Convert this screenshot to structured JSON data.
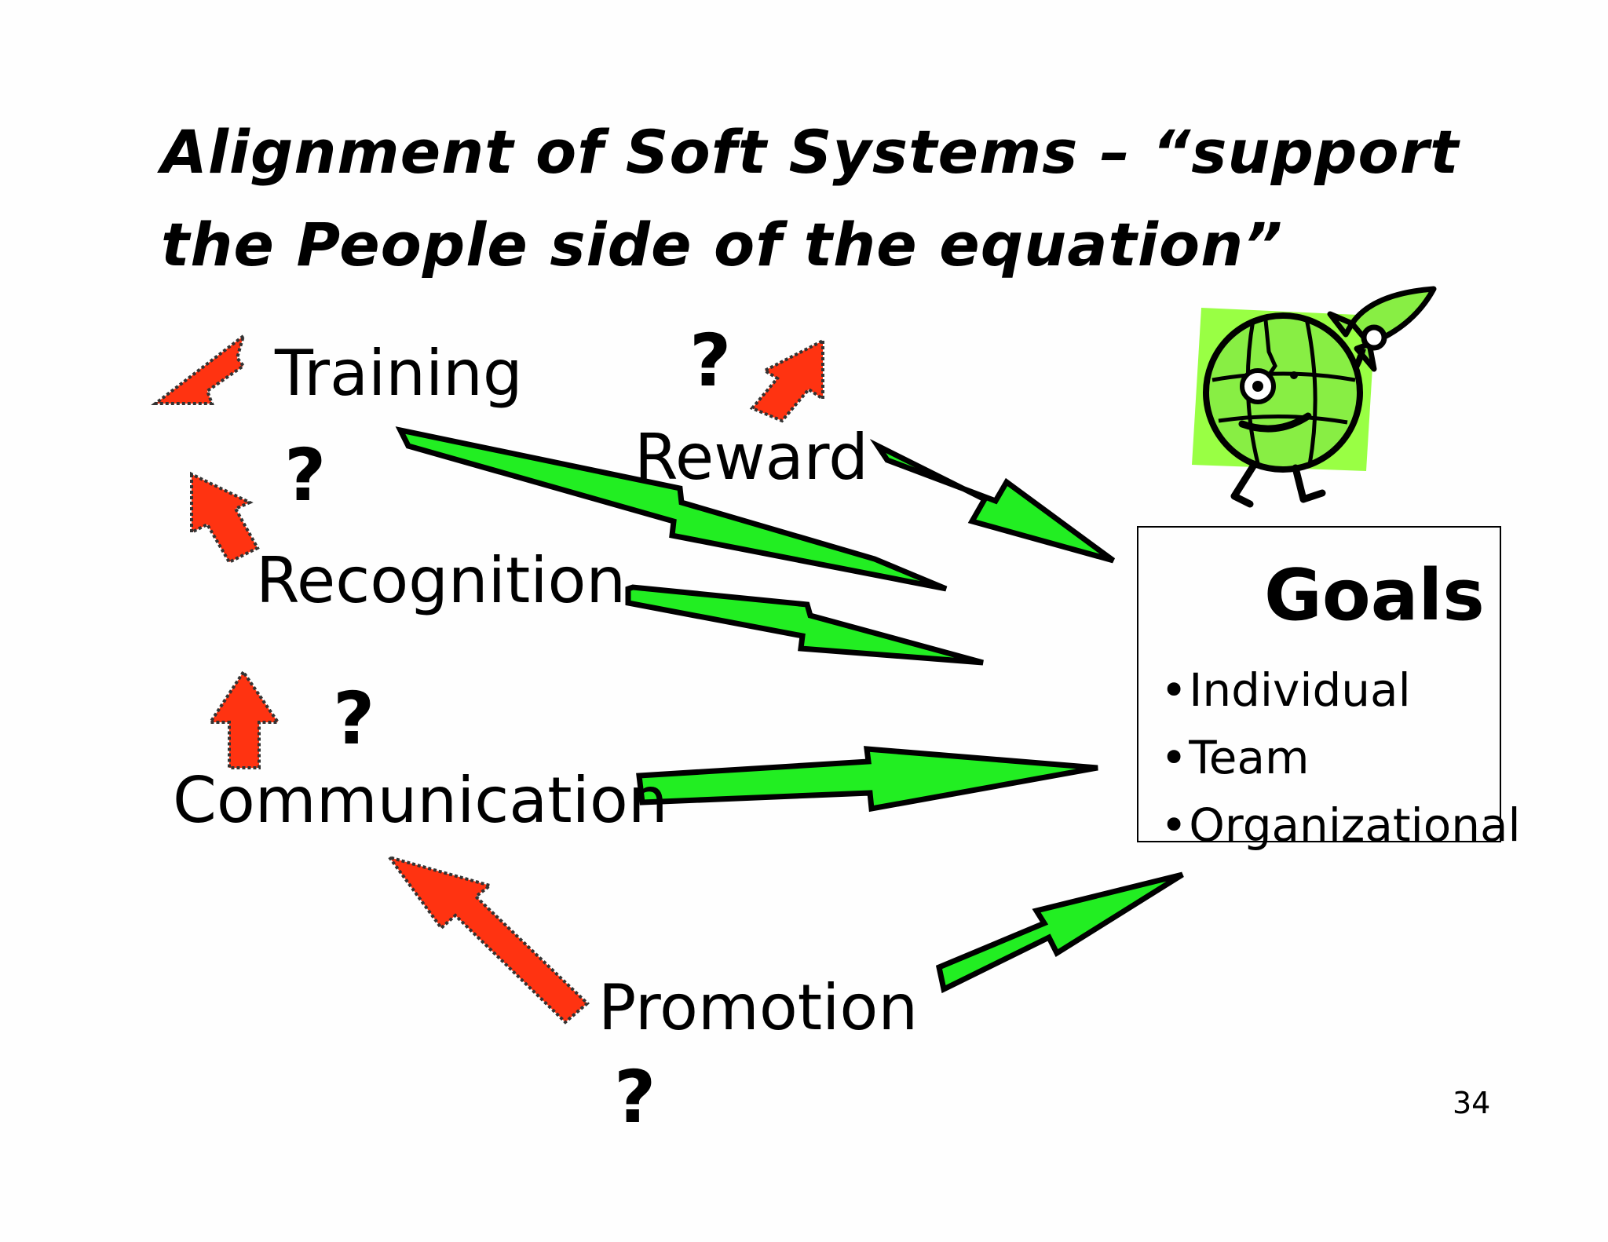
{
  "title": {
    "line1": "Alignment of Soft Systems – “support",
    "line2": "the People side of the equation”"
  },
  "factors": {
    "training": "Training",
    "reward": "Reward",
    "recognition": "Recognition",
    "communication": "Communication",
    "promotion": "Promotion"
  },
  "question_mark": "?",
  "goals": {
    "heading": "Goals",
    "items": [
      "Individual",
      "Team",
      "Organizational"
    ]
  },
  "page_number": "34",
  "colors": {
    "support_arrow": "#22ee22",
    "question_arrow": "#ff3311",
    "mascot_background": "#99ff44",
    "mascot_globe": "#88ee44"
  },
  "icons": {
    "mascot": "globe-character-with-rocket"
  }
}
